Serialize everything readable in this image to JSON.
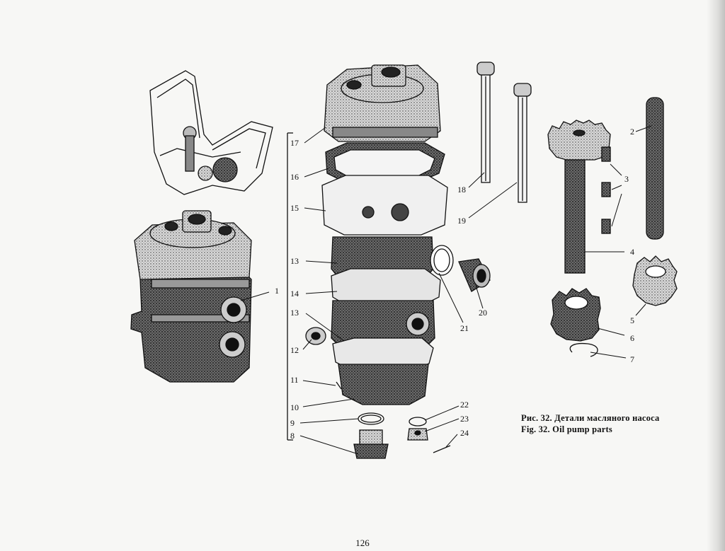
{
  "caption": {
    "ru": "Рис. 32. Детали масляного насоса",
    "en": "Fig. 32. Oil pump parts"
  },
  "page_number": "126",
  "callouts": [
    {
      "num": "1"
    },
    {
      "num": "2"
    },
    {
      "num": "3"
    },
    {
      "num": "4"
    },
    {
      "num": "5"
    },
    {
      "num": "6"
    },
    {
      "num": "7"
    },
    {
      "num": "8"
    },
    {
      "num": "9"
    },
    {
      "num": "10"
    },
    {
      "num": "11"
    },
    {
      "num": "12"
    },
    {
      "num": "13"
    },
    {
      "num": "13"
    },
    {
      "num": "14"
    },
    {
      "num": "15"
    },
    {
      "num": "16"
    },
    {
      "num": "17"
    },
    {
      "num": "18"
    },
    {
      "num": "19"
    },
    {
      "num": "20"
    },
    {
      "num": "21"
    },
    {
      "num": "22"
    },
    {
      "num": "23"
    },
    {
      "num": "24"
    }
  ]
}
